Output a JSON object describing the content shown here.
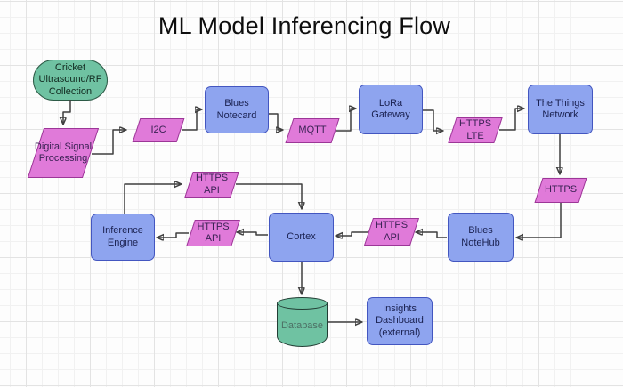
{
  "title": "ML Model Inferencing Flow",
  "colors": {
    "blue-fill": "#8ea4ef",
    "blue-border": "#4356c0",
    "pink-fill": "#e07ad9",
    "pink-border": "#9c3697",
    "green-fill": "#6fc2a2",
    "green-border": "#2c5a46",
    "cyl-border": "#223d34",
    "connector": "#3f3f3f",
    "grid-major": "#e3e3e3",
    "grid-minor": "#f1f1f1"
  },
  "diagram": {
    "nodes": [
      {
        "id": "cricket",
        "label": "Cricket Ultrasound/RF Collection",
        "shape": "stadium",
        "color": "green"
      },
      {
        "id": "dsp",
        "label": "Digital Signal Processing",
        "shape": "parallelogram",
        "color": "pink"
      },
      {
        "id": "i2c",
        "label": "I2C",
        "shape": "parallelogram",
        "color": "pink"
      },
      {
        "id": "notecard",
        "label": "Blues Notecard",
        "shape": "rectangle",
        "color": "blue"
      },
      {
        "id": "mqtt",
        "label": "MQTT",
        "shape": "parallelogram",
        "color": "pink"
      },
      {
        "id": "lora",
        "label": "LoRa Gateway",
        "shape": "rectangle",
        "color": "blue"
      },
      {
        "id": "https-lte",
        "label": "HTTPS LTE",
        "shape": "parallelogram",
        "color": "pink"
      },
      {
        "id": "ttn",
        "label": "The Things Network",
        "shape": "rectangle",
        "color": "blue"
      },
      {
        "id": "https",
        "label": "HTTPS",
        "shape": "parallelogram",
        "color": "pink"
      },
      {
        "id": "notehub",
        "label": "Blues NoteHub",
        "shape": "rectangle",
        "color": "blue"
      },
      {
        "id": "https-api-right",
        "label": "HTTPS API",
        "shape": "parallelogram",
        "color": "pink"
      },
      {
        "id": "cortex",
        "label": "Cortex",
        "shape": "rectangle",
        "color": "blue"
      },
      {
        "id": "https-api-left",
        "label": "HTTPS API",
        "shape": "parallelogram",
        "color": "pink"
      },
      {
        "id": "inference",
        "label": "Inference Engine",
        "shape": "rectangle",
        "color": "blue"
      },
      {
        "id": "https-api-top",
        "label": "HTTPS API",
        "shape": "parallelogram",
        "color": "pink"
      },
      {
        "id": "database",
        "label": "Database",
        "shape": "cylinder",
        "color": "green"
      },
      {
        "id": "insights",
        "label": "Insights Dashboard (external)",
        "shape": "rectangle",
        "color": "blue"
      }
    ],
    "edges": [
      {
        "from": "cricket",
        "to": "dsp"
      },
      {
        "from": "dsp",
        "to": "i2c"
      },
      {
        "from": "i2c",
        "to": "notecard"
      },
      {
        "from": "notecard",
        "to": "mqtt"
      },
      {
        "from": "mqtt",
        "to": "lora"
      },
      {
        "from": "lora",
        "to": "https-lte"
      },
      {
        "from": "https-lte",
        "to": "ttn"
      },
      {
        "from": "ttn",
        "to": "https"
      },
      {
        "from": "https",
        "to": "notehub"
      },
      {
        "from": "notehub",
        "to": "https-api-right"
      },
      {
        "from": "https-api-right",
        "to": "cortex"
      },
      {
        "from": "cortex",
        "to": "https-api-left"
      },
      {
        "from": "https-api-left",
        "to": "inference"
      },
      {
        "from": "inference",
        "to": "https-api-top"
      },
      {
        "from": "https-api-top",
        "to": "cortex"
      },
      {
        "from": "cortex",
        "to": "database"
      },
      {
        "from": "database",
        "to": "insights"
      }
    ]
  }
}
